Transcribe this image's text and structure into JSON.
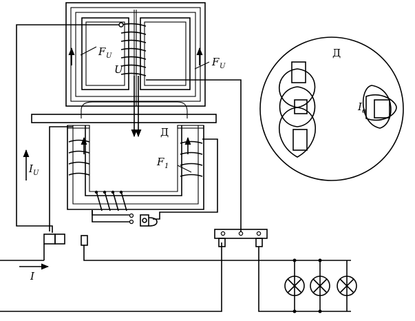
{
  "labels": {
    "flux_u_left": "F",
    "flux_u_left_sub": "U",
    "flux_u_right": "F",
    "flux_u_right_sub": "U",
    "voltage": "U",
    "disc_label": "Д",
    "disc_label_top": "Д",
    "current_u": "I",
    "current_u_sub": "U",
    "flux_1": "F",
    "flux_1_sub": "1",
    "current": "I",
    "eddy_current": "I",
    "eddy_current_sub": "в"
  },
  "colors": {
    "ink": "#000000",
    "paper": "#ffffff"
  },
  "icons": [
    "lamp-icon",
    "lamp-icon",
    "lamp-icon",
    "arrow-icon"
  ]
}
